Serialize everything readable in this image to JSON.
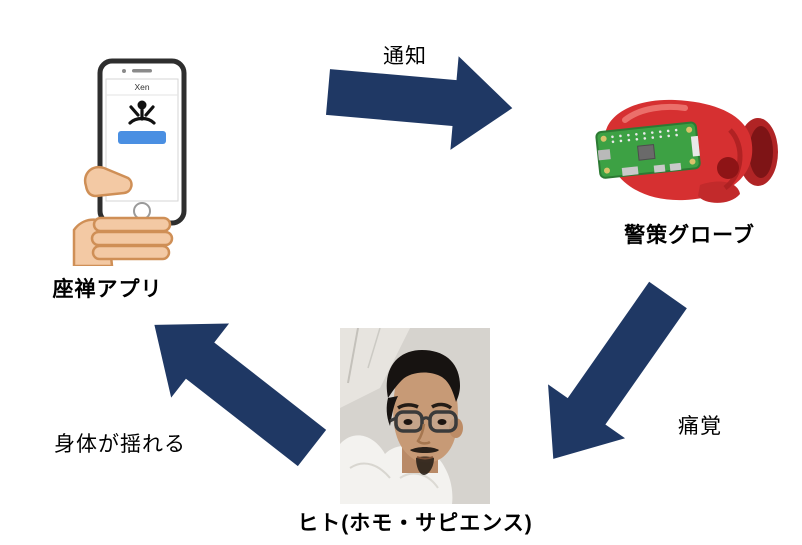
{
  "diagram": {
    "title": "zazen-feedback-loop"
  },
  "nodes": {
    "app": {
      "label": "座禅アプリ"
    },
    "glove": {
      "label": "警策グローブ"
    },
    "human": {
      "label": "ヒト(ホモ・サピエンス)"
    }
  },
  "arrows": {
    "notify": {
      "label": "通知"
    },
    "pain": {
      "label": "痛覚"
    },
    "shake": {
      "label": "身体が揺れる"
    }
  },
  "phone": {
    "app_title": "Xen"
  },
  "colors": {
    "arrow": "#1f3864",
    "glove_red": "#d63031",
    "pi_green": "#3da144",
    "phone_button_blue": "#4a8fe2",
    "skin": "#f3c9a4"
  }
}
